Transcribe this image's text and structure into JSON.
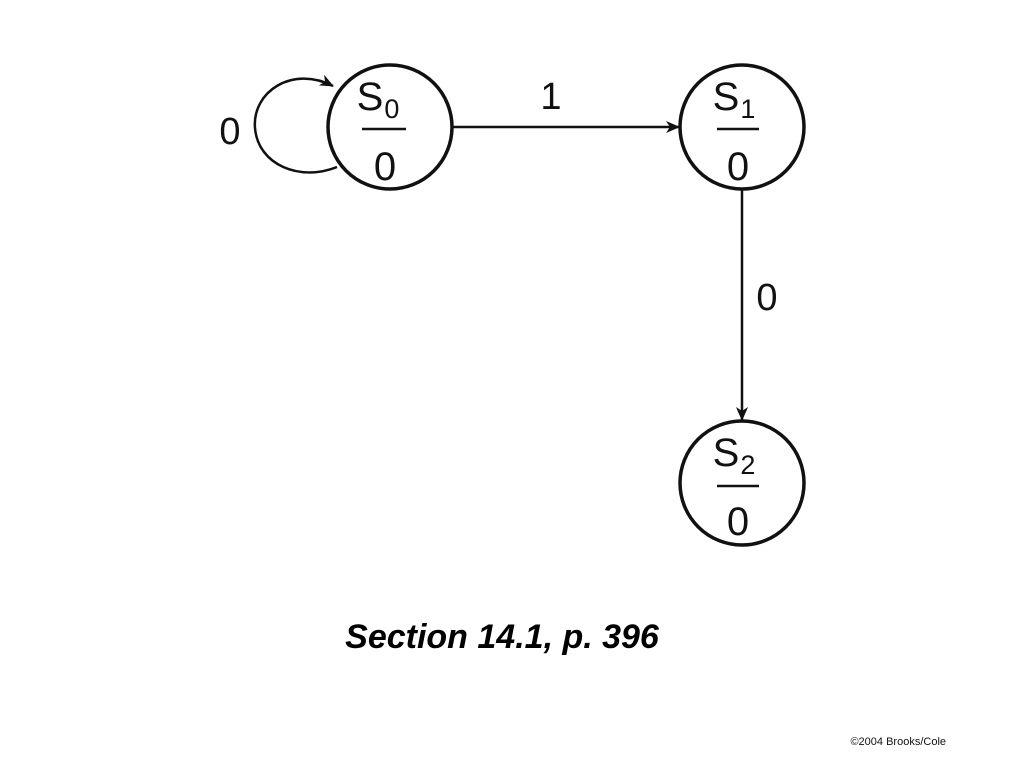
{
  "diagram": {
    "states": [
      {
        "id": "s0",
        "name": "S",
        "subscript": "0",
        "output": "0"
      },
      {
        "id": "s1",
        "name": "S",
        "subscript": "1",
        "output": "0"
      },
      {
        "id": "s2",
        "name": "S",
        "subscript": "2",
        "output": "0"
      }
    ],
    "transitions": [
      {
        "from": "s0",
        "to": "s0",
        "input": "0"
      },
      {
        "from": "s0",
        "to": "s1",
        "input": "1"
      },
      {
        "from": "s1",
        "to": "s2",
        "input": "0"
      }
    ]
  },
  "caption": "Section 14.1, p. 396",
  "copyright": "©2004 Brooks/Cole"
}
